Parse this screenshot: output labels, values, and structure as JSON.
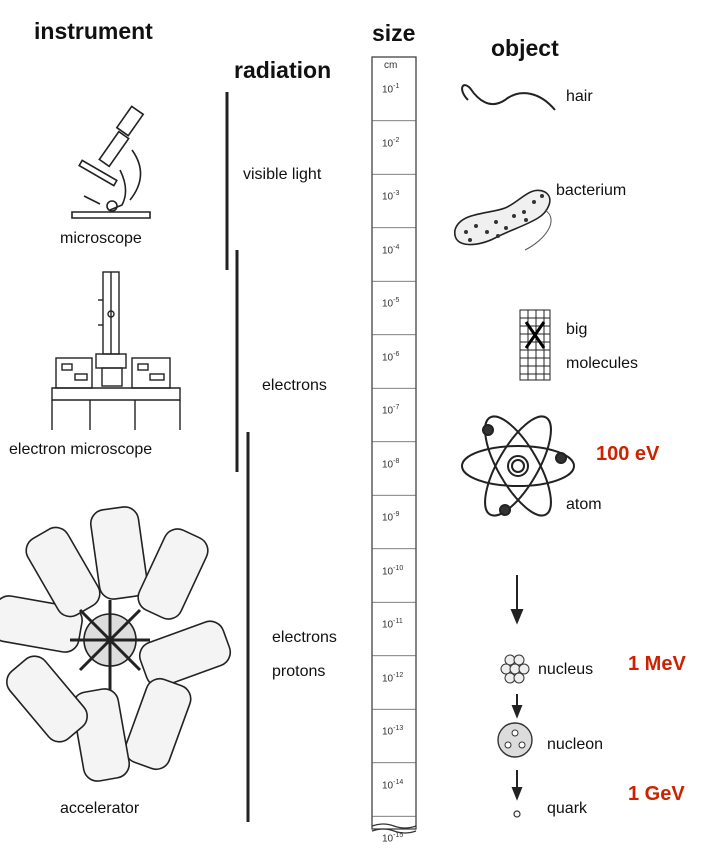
{
  "headers": {
    "instrument": "instrument",
    "size": "size",
    "radiation": "radiation",
    "object": "object"
  },
  "instruments": [
    {
      "label": "microscope",
      "icon": "microscope-icon"
    },
    {
      "label": "electron microscope",
      "icon": "electron-microscope-icon"
    },
    {
      "label": "accelerator",
      "icon": "accelerator-icon"
    }
  ],
  "radiation": [
    {
      "label": "visible light"
    },
    {
      "label": "electrons"
    },
    {
      "label_line1": "electrons",
      "label_line2": "protons"
    }
  ],
  "scale": {
    "unit": "cm",
    "ticks": [
      {
        "base": "10",
        "exp": "-1"
      },
      {
        "base": "10",
        "exp": "-2"
      },
      {
        "base": "10",
        "exp": "-3"
      },
      {
        "base": "10",
        "exp": "-4"
      },
      {
        "base": "10",
        "exp": "-5"
      },
      {
        "base": "10",
        "exp": "-6"
      },
      {
        "base": "10",
        "exp": "-7"
      },
      {
        "base": "10",
        "exp": "-8"
      },
      {
        "base": "10",
        "exp": "-9"
      },
      {
        "base": "10",
        "exp": "-10"
      },
      {
        "base": "10",
        "exp": "-11"
      },
      {
        "base": "10",
        "exp": "-12"
      },
      {
        "base": "10",
        "exp": "-13"
      },
      {
        "base": "10",
        "exp": "-14"
      },
      {
        "base": "10",
        "exp": "-15"
      }
    ]
  },
  "objects": [
    {
      "label": "hair",
      "icon": "hair-icon"
    },
    {
      "label": "bacterium",
      "icon": "bacterium-icon"
    },
    {
      "label_line1": "big",
      "label_line2": "molecules",
      "icon": "molecule-icon"
    },
    {
      "label": "atom",
      "icon": "atom-icon"
    },
    {
      "label": "nucleus",
      "icon": "nucleus-icon"
    },
    {
      "label": "nucleon",
      "icon": "nucleon-icon"
    },
    {
      "label": "quark",
      "icon": "quark-icon"
    }
  ],
  "energies": [
    {
      "label": "100 eV"
    },
    {
      "label": "1 MeV"
    },
    {
      "label": "1 GeV"
    }
  ],
  "colors": {
    "energy": "#cc2200",
    "ink": "#111111"
  }
}
